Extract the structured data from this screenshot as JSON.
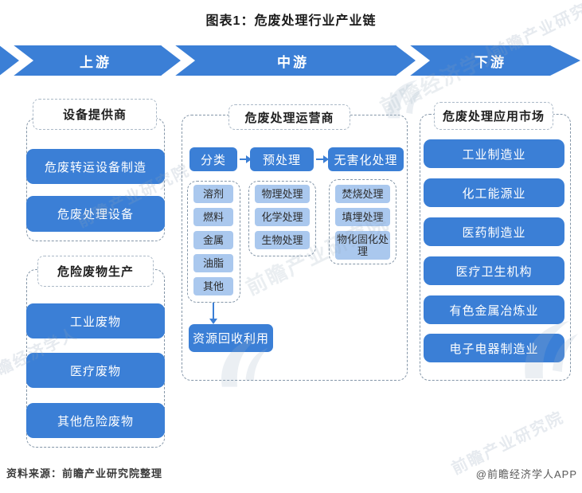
{
  "title": "图表1：危废处理行业产业链",
  "band": {
    "segments": [
      {
        "label": "上游"
      },
      {
        "label": "中游"
      },
      {
        "label": "下游"
      }
    ]
  },
  "upstream": {
    "equipment": {
      "header": "设备提供商",
      "items": [
        "危废转运设备制造",
        "危废处理设备"
      ]
    },
    "production": {
      "header": "危险废物生产",
      "items": [
        "工业废物",
        "医疗废物",
        "其他危险废物"
      ]
    }
  },
  "midstream": {
    "header": "危废处理运营商",
    "flow": [
      "分类",
      "预处理",
      "无害化处理"
    ],
    "categories": [
      "溶剂",
      "燃料",
      "金属",
      "油脂",
      "其他"
    ],
    "pretreatment": [
      "物理处理",
      "化学处理",
      "生物处理"
    ],
    "harmless": [
      "焚烧处理",
      "填埋处理",
      "物化固化处理"
    ],
    "recycle": "资源回收利用"
  },
  "downstream": {
    "header": "危废处理应用市场",
    "items": [
      "工业制造业",
      "化工能源业",
      "医药制造业",
      "医疗卫生机构",
      "有色金属冶炼业",
      "电子电器制造业"
    ]
  },
  "footer": {
    "source": "资料来源：前瞻产业研究院整理",
    "credit": "@前瞻经济学人APP"
  },
  "watermark": {
    "text": "前瞻产业研究院",
    "brand": "前瞻经济学人"
  },
  "colors": {
    "primary": "#3b7fd6",
    "light": "#aac8ee",
    "container-border": "#8496a8",
    "header-border": "#abb9c7",
    "wm": "#8fa3b8"
  }
}
